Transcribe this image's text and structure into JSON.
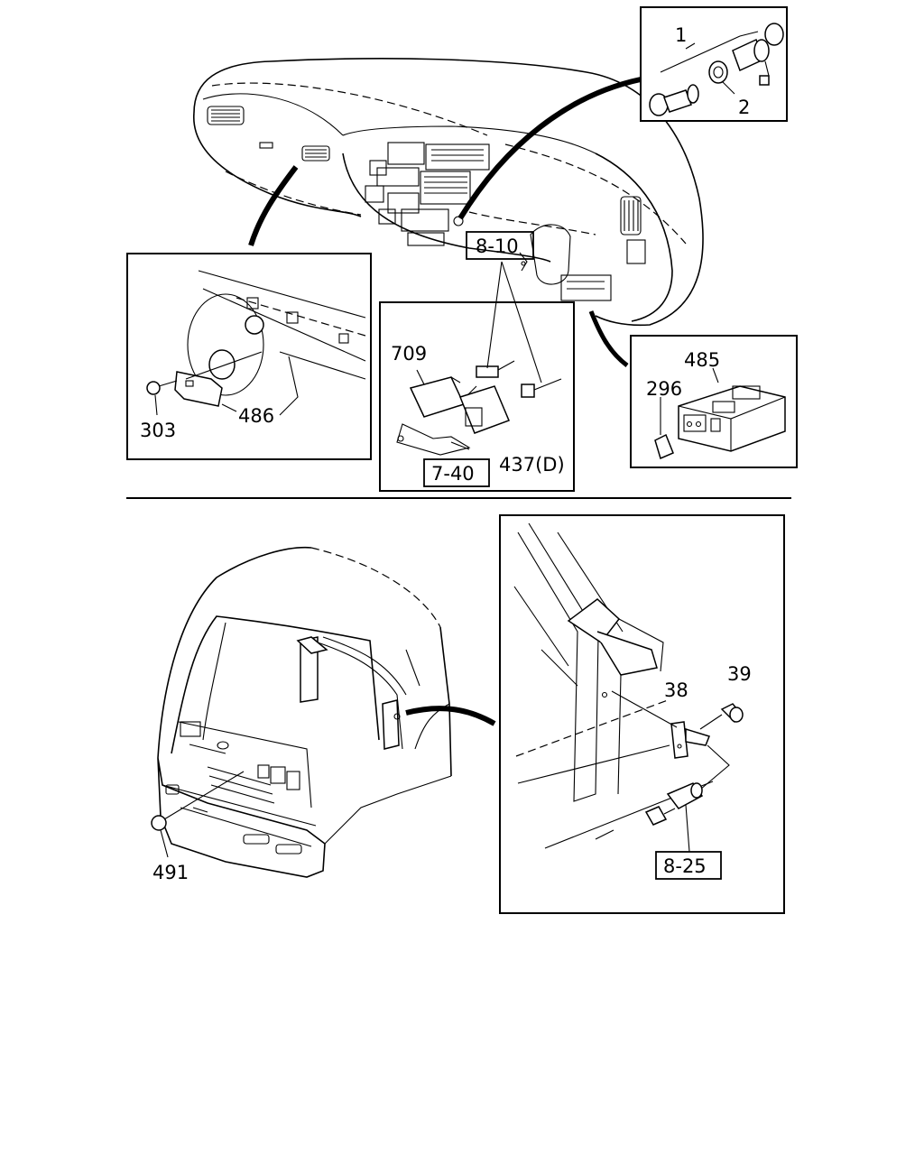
{
  "callouts": {
    "c1": "1",
    "c2": "2",
    "c485": "485",
    "c296": "296",
    "c709": "709",
    "ref_8_10": "8-10",
    "ref_7_40": "7-40",
    "c437": "437(D)",
    "c303": "303",
    "c486": "486",
    "c39": "39",
    "c38": "38",
    "ref_8_25": "8-25",
    "c491": "491"
  }
}
